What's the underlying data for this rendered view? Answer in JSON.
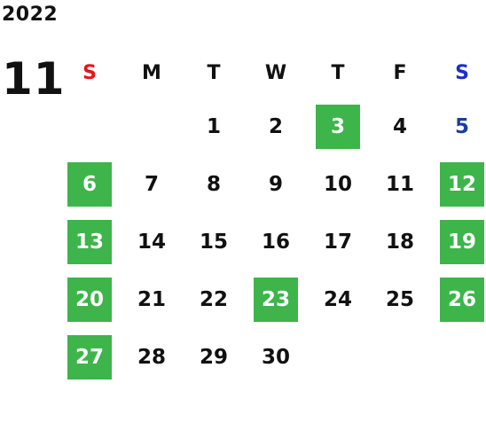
{
  "calendar": {
    "year": "2022",
    "month": "11",
    "weekdays": [
      {
        "label": "S",
        "color": "#e8141b"
      },
      {
        "label": "M",
        "color": "#111111"
      },
      {
        "label": "T",
        "color": "#111111"
      },
      {
        "label": "W",
        "color": "#111111"
      },
      {
        "label": "T",
        "color": "#111111"
      },
      {
        "label": "F",
        "color": "#111111"
      },
      {
        "label": "S",
        "color": "#1a2ecf"
      }
    ],
    "holiday_color": "#3db54a",
    "saturday_color": "#1b3fa0",
    "weeks": [
      [
        {
          "day": "",
          "holiday": false
        },
        {
          "day": "",
          "holiday": false
        },
        {
          "day": "1",
          "holiday": false
        },
        {
          "day": "2",
          "holiday": false
        },
        {
          "day": "3",
          "holiday": true
        },
        {
          "day": "4",
          "holiday": false
        },
        {
          "day": "5",
          "holiday": false
        }
      ],
      [
        {
          "day": "6",
          "holiday": true
        },
        {
          "day": "7",
          "holiday": false
        },
        {
          "day": "8",
          "holiday": false
        },
        {
          "day": "9",
          "holiday": false
        },
        {
          "day": "10",
          "holiday": false
        },
        {
          "day": "11",
          "holiday": false
        },
        {
          "day": "12",
          "holiday": true
        }
      ],
      [
        {
          "day": "13",
          "holiday": true
        },
        {
          "day": "14",
          "holiday": false
        },
        {
          "day": "15",
          "holiday": false
        },
        {
          "day": "16",
          "holiday": false
        },
        {
          "day": "17",
          "holiday": false
        },
        {
          "day": "18",
          "holiday": false
        },
        {
          "day": "19",
          "holiday": true
        }
      ],
      [
        {
          "day": "20",
          "holiday": true
        },
        {
          "day": "21",
          "holiday": false
        },
        {
          "day": "22",
          "holiday": false
        },
        {
          "day": "23",
          "holiday": true
        },
        {
          "day": "24",
          "holiday": false
        },
        {
          "day": "25",
          "holiday": false
        },
        {
          "day": "26",
          "holiday": true
        }
      ],
      [
        {
          "day": "27",
          "holiday": true
        },
        {
          "day": "28",
          "holiday": false
        },
        {
          "day": "29",
          "holiday": false
        },
        {
          "day": "30",
          "holiday": false
        },
        {
          "day": "",
          "holiday": false
        },
        {
          "day": "",
          "holiday": false
        },
        {
          "day": "",
          "holiday": false
        }
      ]
    ]
  }
}
